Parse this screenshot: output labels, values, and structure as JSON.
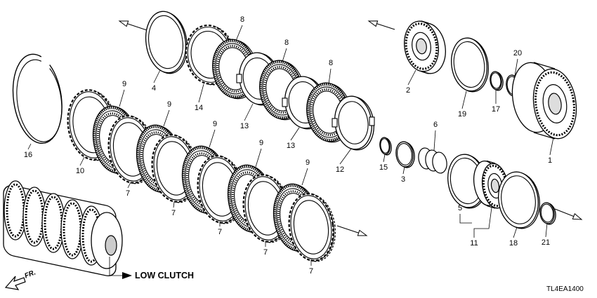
{
  "diagram": {
    "callouts": [
      "2",
      "20",
      "19",
      "17",
      "1",
      "4",
      "8",
      "8",
      "8",
      "14",
      "13",
      "13",
      "12",
      "9",
      "9",
      "9",
      "9",
      "9",
      "16",
      "10",
      "7",
      "7",
      "7",
      "7",
      "7",
      "15",
      "3",
      "6",
      "5",
      "11",
      "18",
      "21"
    ],
    "assembly_label": "LOW CLUTCH",
    "direction_label": "FR.",
    "diagram_code": "TL4EA1400",
    "stroke_color": "#000000"
  }
}
